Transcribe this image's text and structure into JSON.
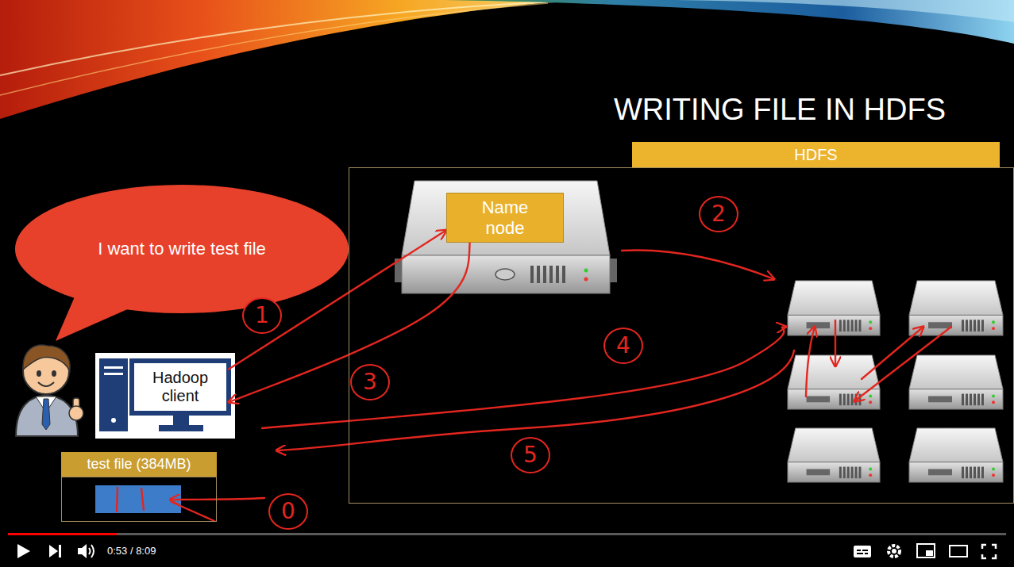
{
  "diagram": {
    "title": "WRITING FILE IN HDFS",
    "nodes": [
      {
        "text": [
          "HDFS"
        ]
      },
      {
        "text": [
          "Name node"
        ],
        "in": 0
      },
      {
        "text": [
          "I want to write test file"
        ]
      },
      {
        "text": [
          "Hadoop client"
        ]
      },
      {
        "text": [
          "test file (384MB)"
        ]
      }
    ],
    "edges": [
      {
        "from": 3,
        "to": 1,
        "label": "1",
        "arrow": "to"
      },
      {
        "from": 1,
        "to": 3,
        "label": "3",
        "arrow": "to"
      }
    ],
    "labels": [
      "2",
      "4",
      "5",
      "0",
      "0:53 / 8:09"
    ]
  }
}
